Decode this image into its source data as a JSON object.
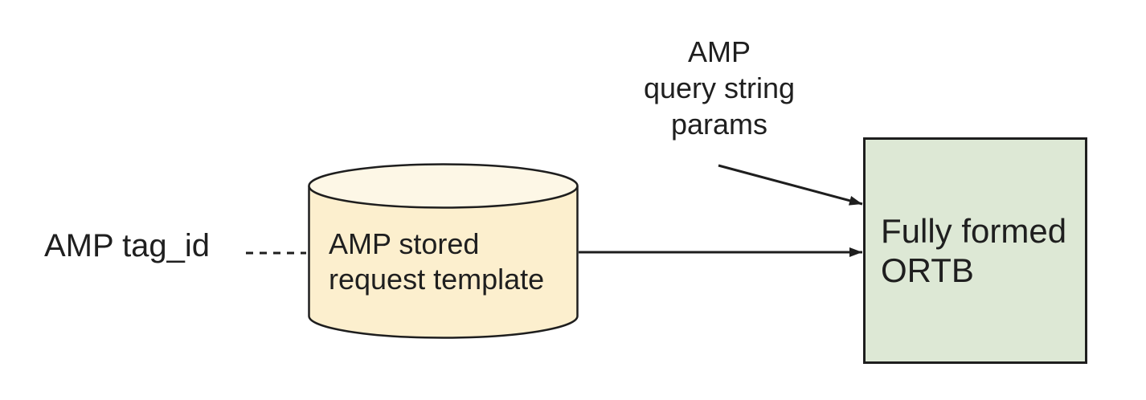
{
  "colors": {
    "background": "#ffffff",
    "stroke": "#1e1e1e",
    "text": "#1f1f1f",
    "cylinder-fill": "#fcefce",
    "cylinder-top-fill": "#fdf7e6",
    "box-fill": "#dde8d5"
  },
  "diagram": {
    "tag_label": {
      "text": "AMP tag_id"
    },
    "cylinder": {
      "line1": "AMP stored",
      "line2": "request template"
    },
    "params_label": {
      "line1": "AMP",
      "line2": "query string",
      "line3": "params"
    },
    "ortb_box": {
      "line1": "Fully formed",
      "line2": "ORTB"
    },
    "connectors": {
      "tag_to_cylinder": {
        "style": "dashed-line",
        "from": "AMP tag_id",
        "to": "AMP stored request template"
      },
      "cylinder_to_box": {
        "style": "solid-arrow",
        "from": "AMP stored request template",
        "to": "Fully formed ORTB"
      },
      "params_to_box": {
        "style": "solid-arrow",
        "from": "AMP query string params",
        "to": "Fully formed ORTB"
      }
    }
  }
}
